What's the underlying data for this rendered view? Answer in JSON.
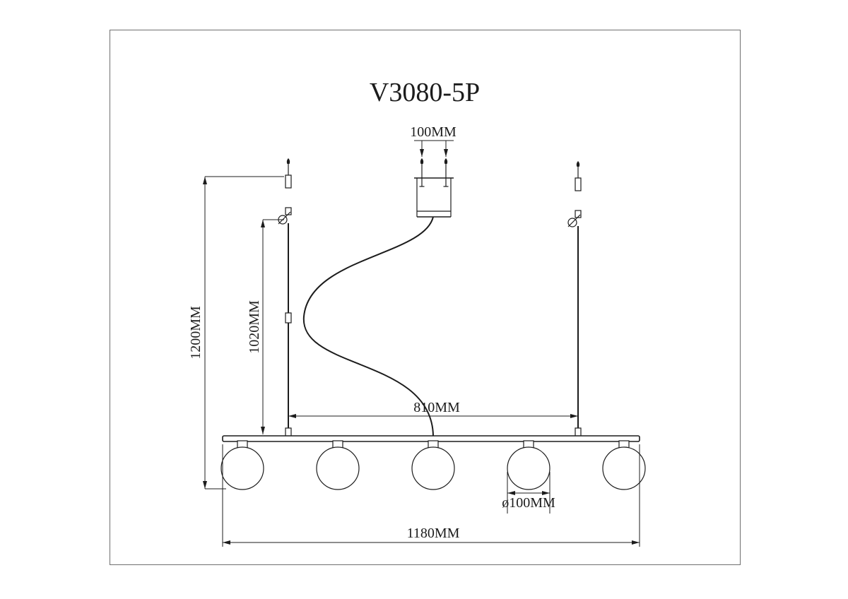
{
  "title": "V3080-5P",
  "labels": {
    "canopy_width": "100MM",
    "total_height": "1200MM",
    "rod_height": "1020MM",
    "rod_spacing": "810MM",
    "shade_diameter": "ø100MM",
    "bar_length": "1180MM"
  },
  "colors": {
    "line": "#1c1c1c",
    "frame_border": "#6f6f6f",
    "background": "#ffffff"
  }
}
